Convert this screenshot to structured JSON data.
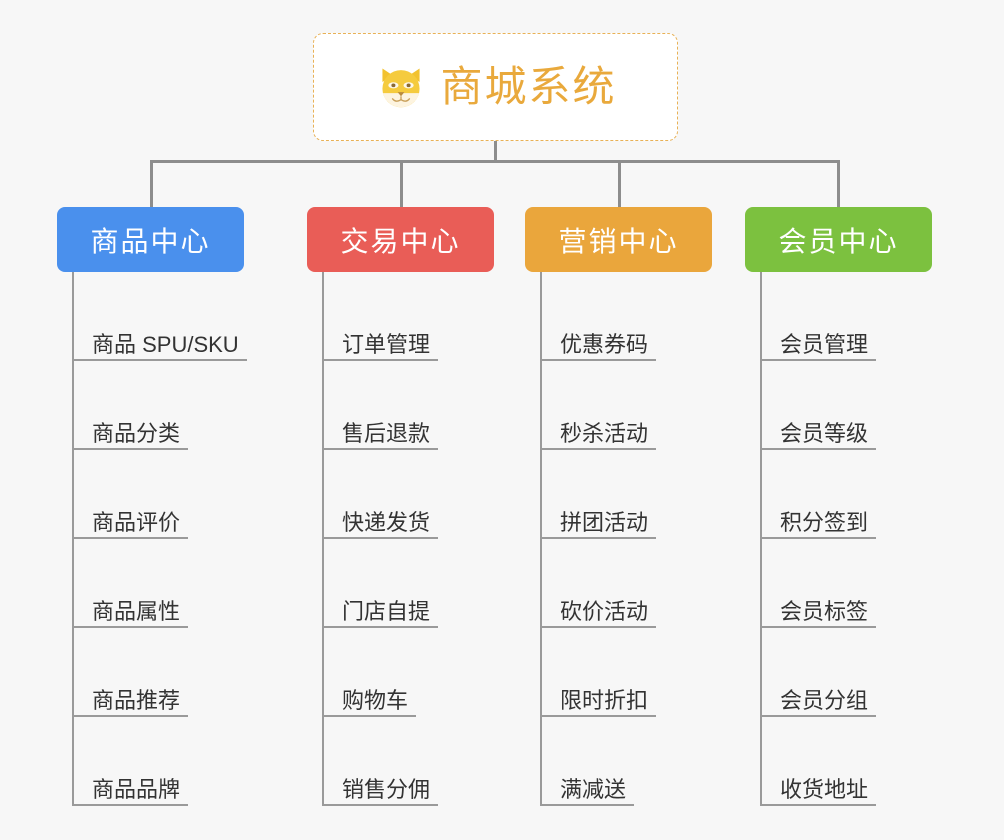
{
  "root": {
    "title": "商城系统",
    "icon": "shiba-dog-face-icon",
    "border_color": "#e8b156",
    "title_color": "#e9a93c"
  },
  "canvas": {
    "background_color": "#f7f7f7",
    "connector_color": "#8d8d8d"
  },
  "columns": [
    {
      "id": "product-center",
      "title": "商品中心",
      "color": "#4a90ed",
      "items": [
        "商品 SPU/SKU",
        "商品分类",
        "商品评价",
        "商品属性",
        "商品推荐",
        "商品品牌"
      ]
    },
    {
      "id": "trade-center",
      "title": "交易中心",
      "color": "#e95d57",
      "items": [
        "订单管理",
        "售后退款",
        "快递发货",
        "门店自提",
        "购物车",
        "销售分佣"
      ]
    },
    {
      "id": "marketing-center",
      "title": "营销中心",
      "color": "#eaa63c",
      "items": [
        "优惠券码",
        "秒杀活动",
        "拼团活动",
        "砍价活动",
        "限时折扣",
        "满减送"
      ]
    },
    {
      "id": "member-center",
      "title": "会员中心",
      "color": "#7cc13f",
      "items": [
        "会员管理",
        "会员等级",
        "积分签到",
        "会员标签",
        "会员分组",
        "收货地址"
      ]
    }
  ]
}
